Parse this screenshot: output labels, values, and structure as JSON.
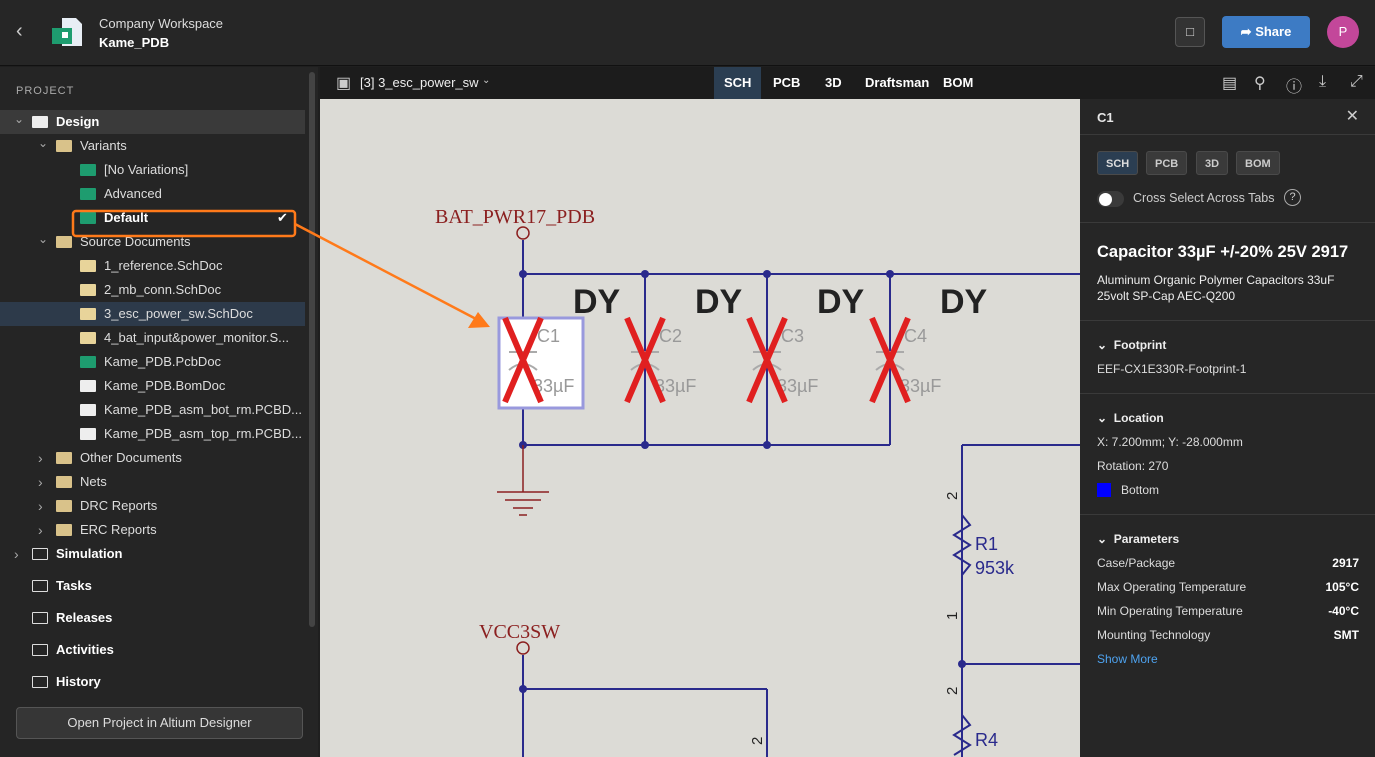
{
  "header": {
    "workspace": "Company Workspace",
    "project": "Kame_PDB",
    "share": "Share",
    "avatar": "P"
  },
  "sidebar": {
    "section": "PROJECT",
    "open_button": "Open Project in Altium Designer",
    "items": [
      {
        "label": "Design",
        "level": 0,
        "icon": "folder-white",
        "caret": "down",
        "bold": true
      },
      {
        "label": "Variants",
        "level": 1,
        "icon": "folder",
        "caret": "down"
      },
      {
        "label": "[No Variations]",
        "level": 2,
        "icon": "variant"
      },
      {
        "label": "Advanced",
        "level": 2,
        "icon": "variant"
      },
      {
        "label": "Default",
        "level": 2,
        "icon": "variant",
        "highlighted": true,
        "checked": true
      },
      {
        "label": "Source Documents",
        "level": 1,
        "icon": "folder",
        "caret": "down"
      },
      {
        "label": "1_reference.SchDoc",
        "level": 2,
        "icon": "sch"
      },
      {
        "label": "2_mb_conn.SchDoc",
        "level": 2,
        "icon": "sch"
      },
      {
        "label": "3_esc_power_sw.SchDoc",
        "level": 2,
        "icon": "sch",
        "selected": true
      },
      {
        "label": "4_bat_input&power_monitor.S...",
        "level": 2,
        "icon": "sch"
      },
      {
        "label": "Kame_PDB.PcbDoc",
        "level": 2,
        "icon": "pcb"
      },
      {
        "label": "Kame_PDB.BomDoc",
        "level": 2,
        "icon": "doc"
      },
      {
        "label": "Kame_PDB_asm_bot_rm.PCBD...",
        "level": 2,
        "icon": "doc"
      },
      {
        "label": "Kame_PDB_asm_top_rm.PCBD...",
        "level": 2,
        "icon": "doc"
      },
      {
        "label": "Other Documents",
        "level": 1,
        "icon": "folder",
        "caret": "right"
      },
      {
        "label": "Nets",
        "level": 1,
        "icon": "folder",
        "caret": "right"
      },
      {
        "label": "DRC Reports",
        "level": 1,
        "icon": "folder",
        "caret": "right"
      },
      {
        "label": "ERC Reports",
        "level": 1,
        "icon": "folder",
        "caret": "right"
      },
      {
        "label": "Simulation",
        "level": 0,
        "icon": "simulation",
        "caret": "right",
        "bold": true
      },
      {
        "label": "Tasks",
        "level": 0,
        "icon": "tasks",
        "bold": true
      },
      {
        "label": "Releases",
        "level": 0,
        "icon": "releases",
        "bold": true
      },
      {
        "label": "Activities",
        "level": 0,
        "icon": "activities",
        "bold": true
      },
      {
        "label": "History",
        "level": 0,
        "icon": "history",
        "bold": true
      }
    ]
  },
  "toolbar": {
    "doc": "[3] 3_esc_power_sw",
    "tabs": [
      "SCH",
      "PCB",
      "3D",
      "Draftsman",
      "BOM"
    ],
    "active": "SCH"
  },
  "schematic": {
    "net1": "BAT_PWR17_PDB",
    "net2": "VCC3SW",
    "dnp": "DY",
    "caps": [
      "C1",
      "C2",
      "C3",
      "C4"
    ],
    "cap_value": "33µF",
    "pin1": "1",
    "pin2": "2",
    "r1": "R1",
    "r1_val": "953k",
    "r4": "R4"
  },
  "panel": {
    "title": "C1",
    "tabs": [
      "SCH",
      "PCB",
      "3D",
      "BOM"
    ],
    "cross_select": "Cross Select Across Tabs",
    "cross_select_on": false,
    "name": "Capacitor 33µF +/-20% 25V 2917",
    "desc": "Aluminum Organic Polymer Capacitors 33uF 25volt SP-Cap AEC-Q200",
    "footprint_h": "Footprint",
    "footprint": "EEF-CX1E330R-Footprint-1",
    "location_h": "Location",
    "xy": "X: 7.200mm; Y: -28.000mm",
    "rotation": "Rotation: 270",
    "layer": "Bottom",
    "layer_color": "#0000ff",
    "params_h": "Parameters",
    "params": [
      [
        "Case/Package",
        "2917"
      ],
      [
        "Max Operating Temperature",
        "105°C"
      ],
      [
        "Min Operating Temperature",
        "-40°C"
      ],
      [
        "Mounting Technology",
        "SMT"
      ]
    ],
    "show_more": "Show More"
  }
}
